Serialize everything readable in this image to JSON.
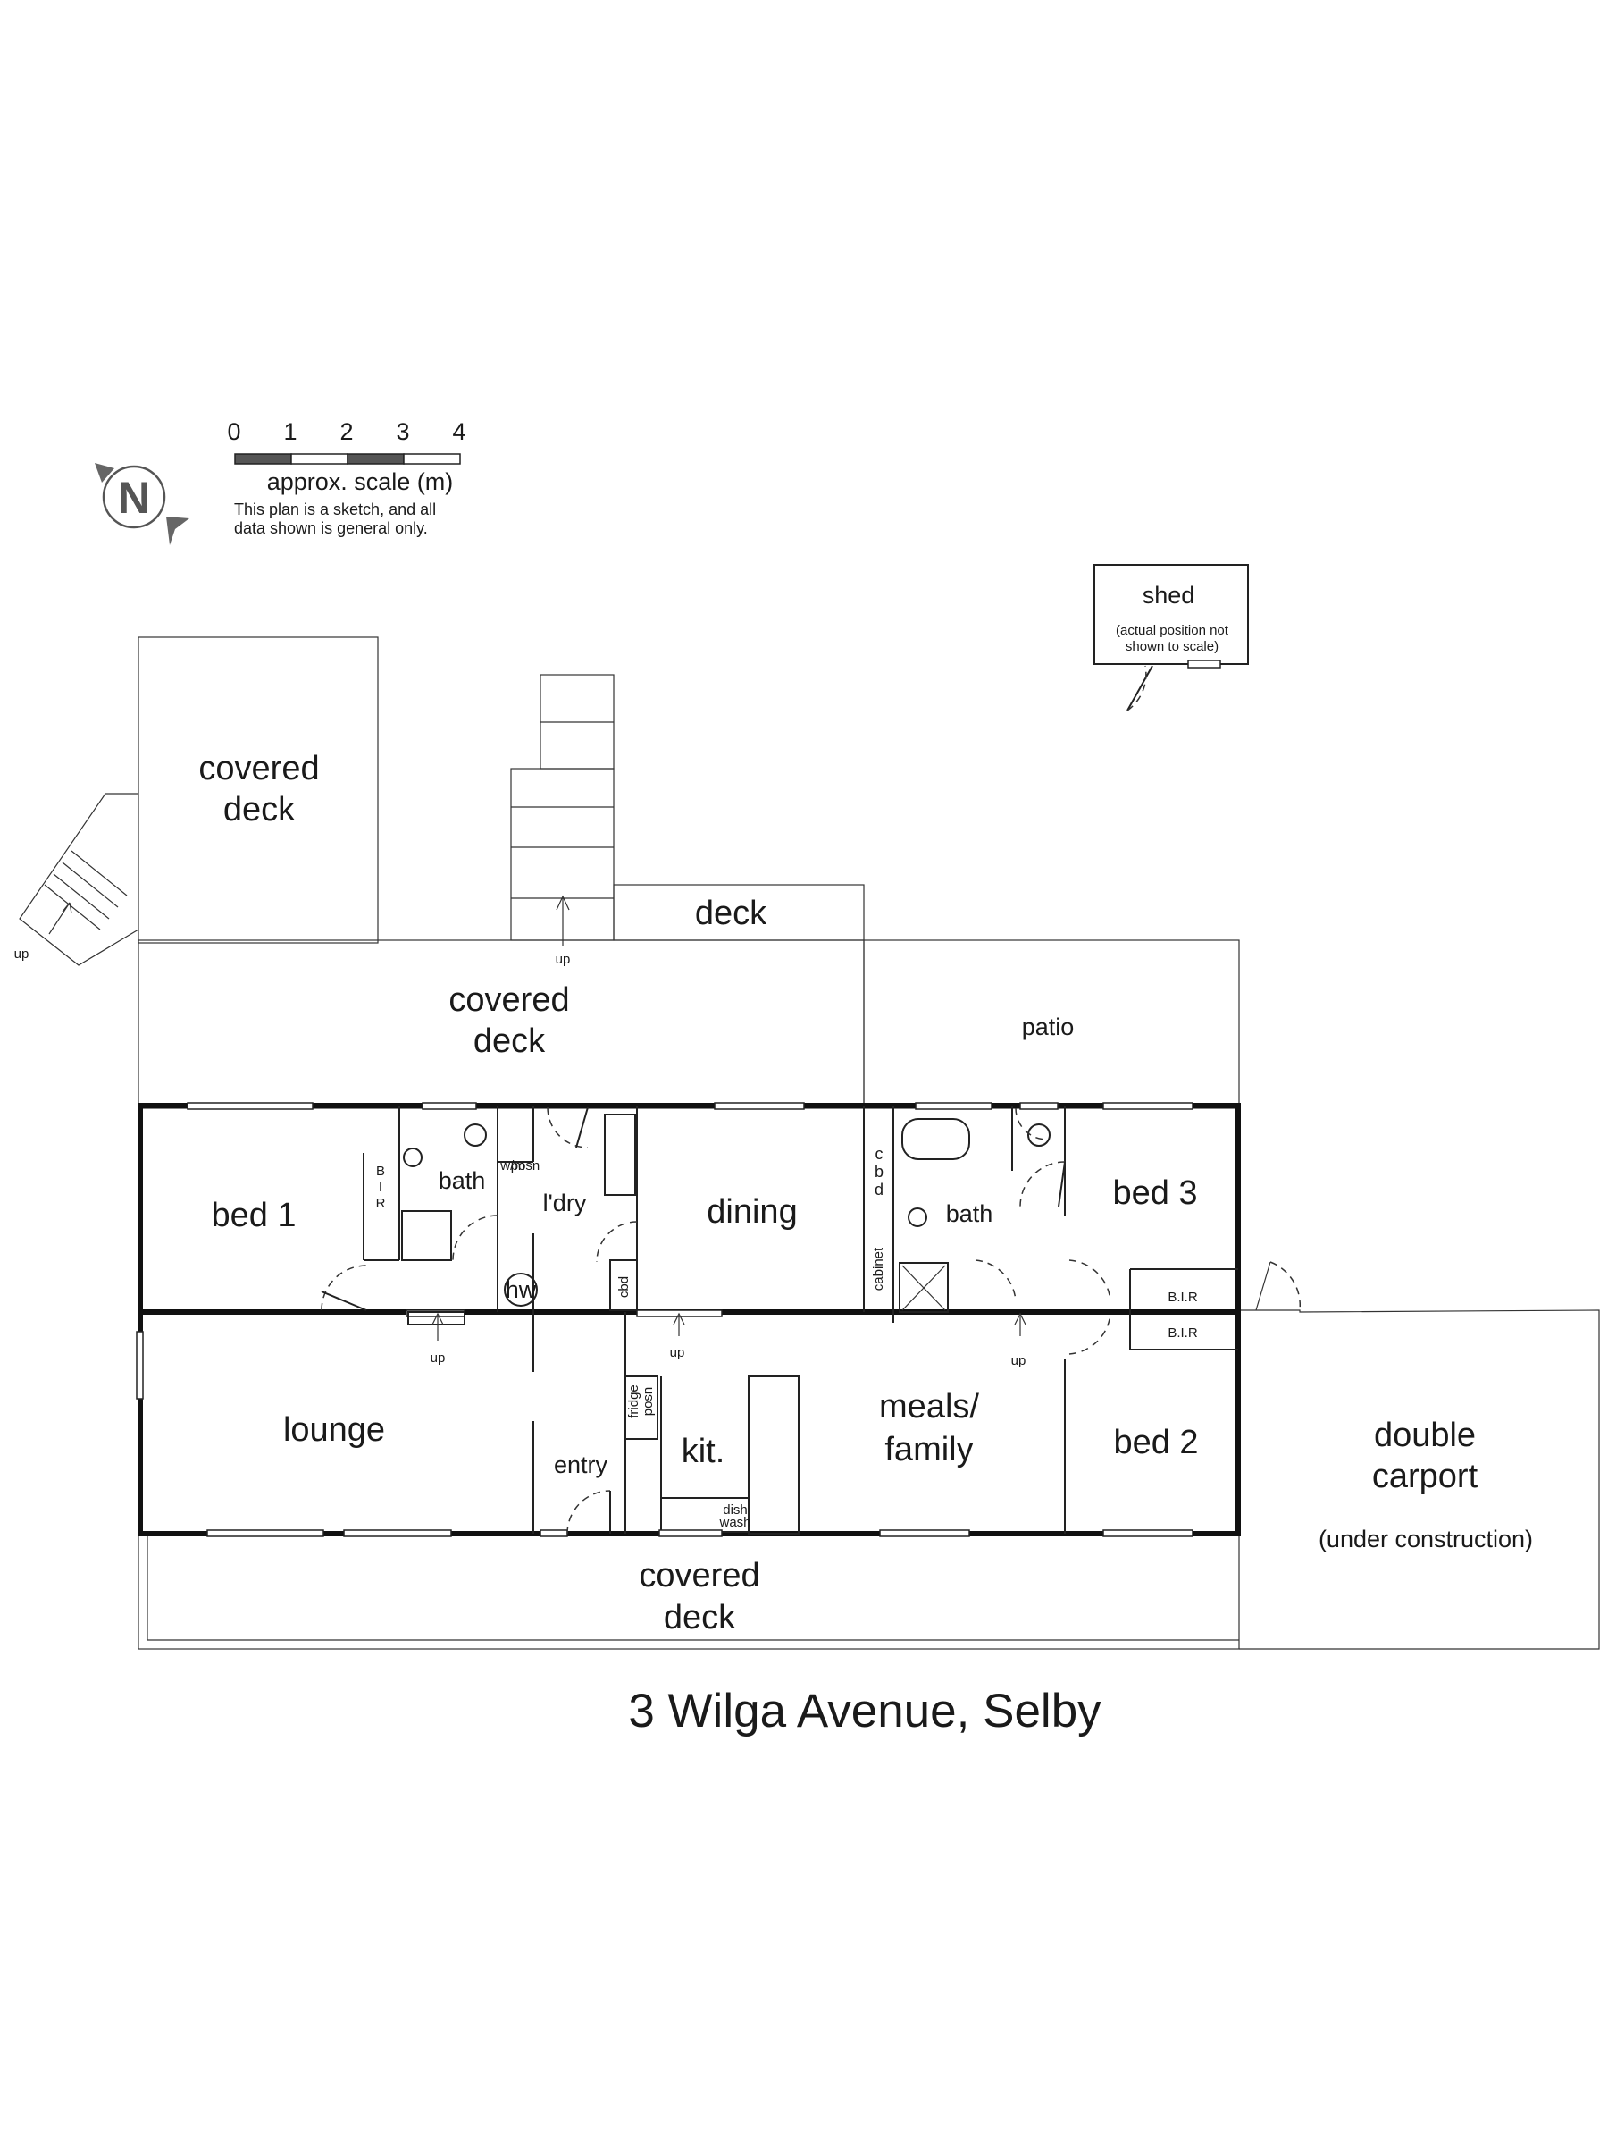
{
  "title": "3 Wilga Avenue, Selby",
  "scale": {
    "ticks": [
      "0",
      "1",
      "2",
      "3",
      "4"
    ],
    "label": "approx. scale (m)",
    "note_line1": "This plan is a sketch, and all",
    "note_line2": "data shown is general only."
  },
  "compass": {
    "letter": "N"
  },
  "shed": {
    "label": "shed",
    "note_line1": "(actual position not",
    "note_line2": "shown to scale)"
  },
  "rooms": {
    "covered_deck_top_l1": "covered",
    "covered_deck_top_l2": "deck",
    "deck": "deck",
    "covered_deck_mid_l1": "covered",
    "covered_deck_mid_l2": "deck",
    "patio": "patio",
    "bed1": "bed 1",
    "bath1": "bath",
    "laundry": "l'dry",
    "dining": "dining",
    "bath2": "bath",
    "bed3": "bed 3",
    "lounge": "lounge",
    "entry": "entry",
    "kitchen": "kit.",
    "meals_l1": "meals/",
    "meals_l2": "family",
    "bed2": "bed 2",
    "carport_l1": "double",
    "carport_l2": "carport",
    "carport_note": "(under construction)",
    "covered_deck_bottom_l1": "covered",
    "covered_deck_bottom_l2": "deck"
  },
  "fixtures": {
    "bir_vertical": [
      "B",
      "I",
      "R"
    ],
    "bir_upper": "B.I.R",
    "bir_lower": "B.I.R",
    "wm_l1": "w/m",
    "wm_l2": "posn",
    "hw": "hw",
    "cbd_vertical": [
      "c",
      "b",
      "d"
    ],
    "cbd_small": "cbd",
    "cabinet": "cabinet",
    "fridge_l1": "fridge",
    "fridge_l2": "posn",
    "dish_l1": "dish",
    "dish_l2": "wash"
  },
  "stairs_up": [
    "up",
    "up",
    "up",
    "up",
    "up"
  ]
}
